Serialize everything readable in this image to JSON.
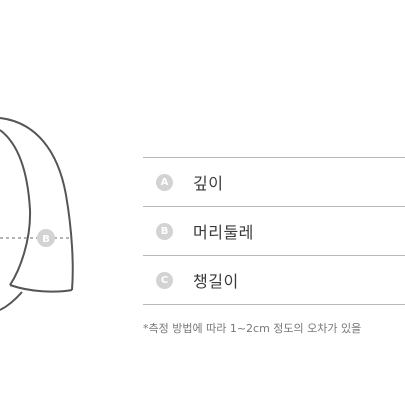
{
  "measurements": [
    {
      "letter": "A",
      "label": "깊이"
    },
    {
      "letter": "B",
      "label": "머리둘레"
    },
    {
      "letter": "C",
      "label": "챙길이"
    }
  ],
  "diagram_marker": "B",
  "footnote": "*측정 방법에 따라 1~2cm 정도의 오차가 있을",
  "colors": {
    "line": "#555555",
    "divider": "#b8b8b8",
    "badge": "#d3d3d3",
    "label": "#3a3a3a",
    "footnote": "#777777"
  }
}
